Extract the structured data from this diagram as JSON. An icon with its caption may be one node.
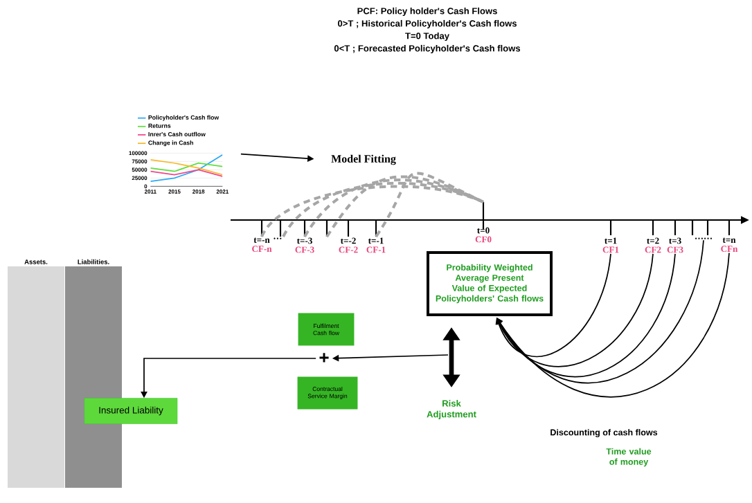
{
  "diagram": {
    "nodes": [
      {
        "text": [],
        "shape": "chart"
      },
      {
        "text": [
          "Model Fitting"
        ]
      },
      {
        "text": [
          "t=-n",
          "CF-n"
        ]
      },
      {
        "text": [
          "…"
        ]
      },
      {
        "text": [
          "t=-3",
          "CF-3"
        ]
      },
      {
        "text": [],
        "shape": "bar"
      },
      {
        "text": [
          "t=-2",
          "CF-2"
        ]
      },
      {
        "text": [
          "t=-1",
          "CF-1"
        ]
      },
      {
        "text": [
          "t=0",
          "CF0"
        ]
      },
      {
        "text": [
          "t=1",
          "CF1"
        ]
      },
      {
        "text": [
          "t=2",
          "CF2"
        ]
      },
      {
        "text": [
          "t=3",
          "CF3"
        ]
      },
      {
        "text": [],
        "shape": "bar"
      },
      {
        "text": [
          "……"
        ]
      },
      {
        "text": [
          "t=n",
          "CFn"
        ]
      },
      {
        "text": [
          "Probability Weighted Average Present Value of Expected Policyholders' Cash flows"
        ]
      },
      {
        "text": [
          "Assets."
        ]
      },
      {
        "text": [
          "Liabilities."
        ]
      },
      {
        "text": [
          "Fulfilment Cash flow"
        ]
      },
      {
        "text": [
          "+"
        ]
      },
      {
        "text": [
          "Contractual Service Margin"
        ]
      },
      {
        "text": [
          "Risk Adjustment"
        ]
      },
      {
        "text": [
          "Insured Liability"
        ]
      }
    ],
    "edges": [
      {
        "from": 0,
        "to": 1,
        "arrow": "to"
      },
      {
        "from": 2,
        "to": 8,
        "arrow": "none",
        "style": "dashed",
        "color": "#a6a6a6"
      },
      {
        "from": 3,
        "to": 8,
        "arrow": "none",
        "style": "dashed",
        "color": "#a6a6a6"
      },
      {
        "from": 4,
        "to": 8,
        "arrow": "none",
        "style": "dashed",
        "color": "#a6a6a6"
      },
      {
        "from": 5,
        "to": 8,
        "arrow": "none",
        "style": "dashed",
        "color": "#a6a6a6"
      },
      {
        "from": 7,
        "to": 8,
        "arrow": "none",
        "style": "dashed",
        "color": "#a6a6a6"
      },
      {
        "from": 9,
        "to": 15,
        "arrow": "to"
      },
      {
        "from": 10,
        "to": 15,
        "arrow": "to"
      },
      {
        "from": 11,
        "to": 15,
        "arrow": "to"
      },
      {
        "from": 13,
        "to": 15,
        "arrow": "to"
      },
      {
        "from": 14,
        "to": 15,
        "arrow": "to"
      },
      {
        "from": 15,
        "to": 21,
        "arrow": "both",
        "style": "thick"
      },
      {
        "from": null,
        "to": 19,
        "arrow": "to"
      },
      {
        "from": 19,
        "to": 22,
        "arrow": "to"
      }
    ],
    "labels": [
      "PCF: Policy holder's Cash Flows",
      "0>T ; Historical Policyholder's Cash flows",
      "T=0 Today",
      "0<T ; Forecasted Policyholder's Cash flows",
      "Discounting of cash flows",
      "Time value of money"
    ],
    "chart_data": {
      "type": "line",
      "grid": "horizontal",
      "legend": "top",
      "categories": [
        "2011",
        "2015",
        "2018",
        "2021"
      ],
      "ylim": [
        0,
        100000
      ],
      "yticks": [
        0,
        25000,
        50000,
        75000,
        100000
      ],
      "series": [
        {
          "name": "Policyholder's Cash flow",
          "color": "#2aa8f5",
          "values": [
            15000,
            25000,
            50000,
            95000
          ]
        },
        {
          "name": "Returns",
          "color": "#5ee03c",
          "values": [
            55000,
            45000,
            70000,
            60000
          ]
        },
        {
          "name": "Inrer's Cash outflow",
          "color": "#f0468c",
          "values": [
            45000,
            35000,
            50000,
            30000
          ]
        },
        {
          "name": "Change in Cash",
          "color": "#f7b82a",
          "values": [
            80000,
            70000,
            55000,
            35000
          ]
        }
      ]
    }
  }
}
